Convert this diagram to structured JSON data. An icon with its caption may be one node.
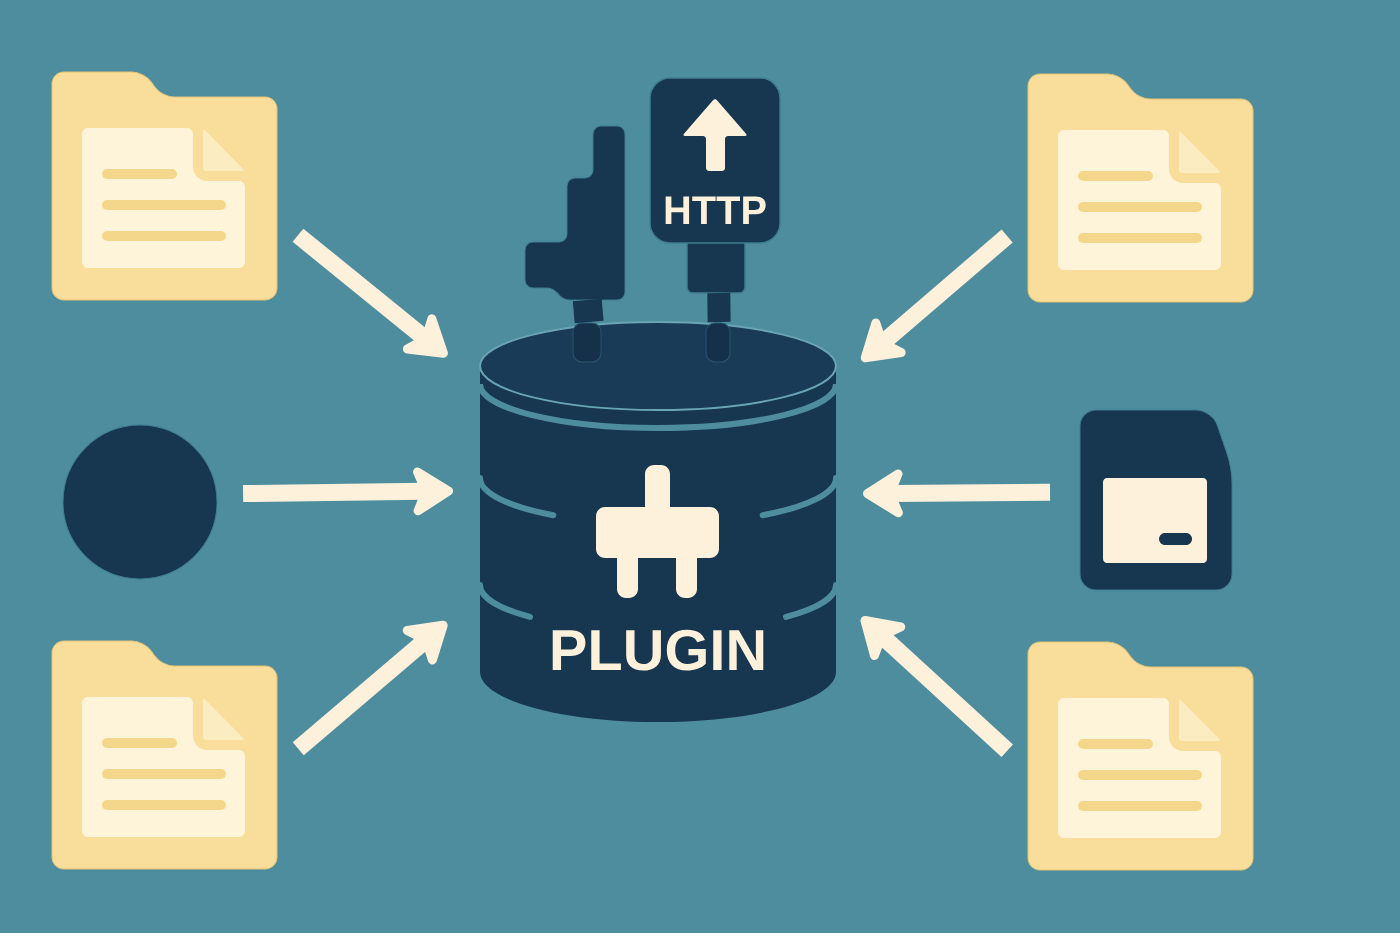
{
  "diagram": {
    "nodes": [
      {
        "text": [],
        "shape": "folder"
      },
      {
        "text": [],
        "shape": "plug"
      },
      {
        "text": [
          "HTTP"
        ]
      },
      {
        "text": [],
        "shape": "folder"
      },
      {
        "text": [],
        "shape": "circle"
      },
      {
        "text": [
          "PLUGIN"
        ]
      },
      {
        "text": [],
        "shape": "card"
      },
      {
        "text": [],
        "shape": "folder"
      },
      {
        "text": [],
        "shape": "folder"
      }
    ],
    "edges": [
      {
        "from": 0,
        "to": 5,
        "arrow": "to"
      },
      {
        "from": 1,
        "to": 5,
        "arrow": "none",
        "color": "#17364f"
      },
      {
        "from": 2,
        "to": 5,
        "arrow": "none",
        "color": "#17364f"
      },
      {
        "from": 3,
        "to": 5,
        "arrow": "to"
      },
      {
        "from": 4,
        "to": 5,
        "arrow": "to"
      },
      {
        "from": 6,
        "to": 5,
        "arrow": "to"
      },
      {
        "from": 7,
        "to": 5,
        "arrow": "to"
      },
      {
        "from": 8,
        "to": 5,
        "arrow": "to"
      }
    ]
  }
}
